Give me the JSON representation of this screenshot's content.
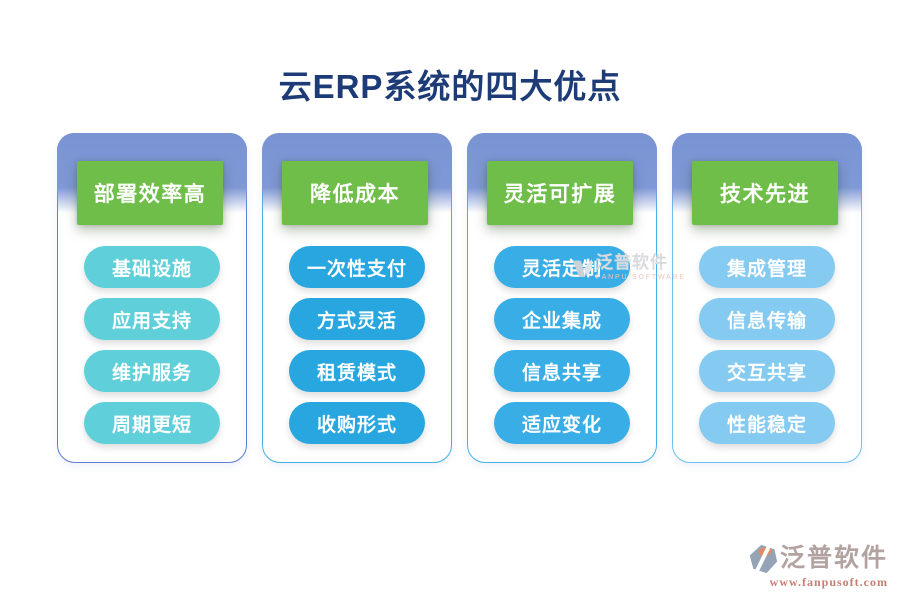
{
  "title": "云ERP系统的四大优点",
  "columns": [
    {
      "header": "部署效率高",
      "items": [
        "基础设施",
        "应用支持",
        "维护服务",
        "周期更短"
      ]
    },
    {
      "header": "降低成本",
      "items": [
        "一次性支付",
        "方式灵活",
        "租赁模式",
        "收购形式"
      ]
    },
    {
      "header": "灵活可扩展",
      "items": [
        "灵活定制",
        "企业集成",
        "信息共享",
        "适应变化"
      ]
    },
    {
      "header": "技术先进",
      "items": [
        "集成管理",
        "信息传输",
        "交互共享",
        "性能稳定"
      ]
    }
  ],
  "colors": {
    "title_text": "#1d3b76",
    "card_top_band": "#7b95d4",
    "category_header_bg": "#6fbe49",
    "pill_column_1": "#5fcfda",
    "pill_column_2": "#27a6e0",
    "pill_column_3": "#39ade5",
    "pill_column_4": "#85caf1",
    "card_border_1": "#5d7ed1",
    "card_border_2": "#44b1e5",
    "card_border_3": "#46b3e8",
    "card_border_4": "#6cc1ee"
  },
  "watermark_center": {
    "brand": "泛普软件",
    "caption": "FANPU SOFTWARE"
  },
  "watermark_footer": {
    "brand": "泛普软件",
    "url": "www.fanpusoft.com"
  }
}
